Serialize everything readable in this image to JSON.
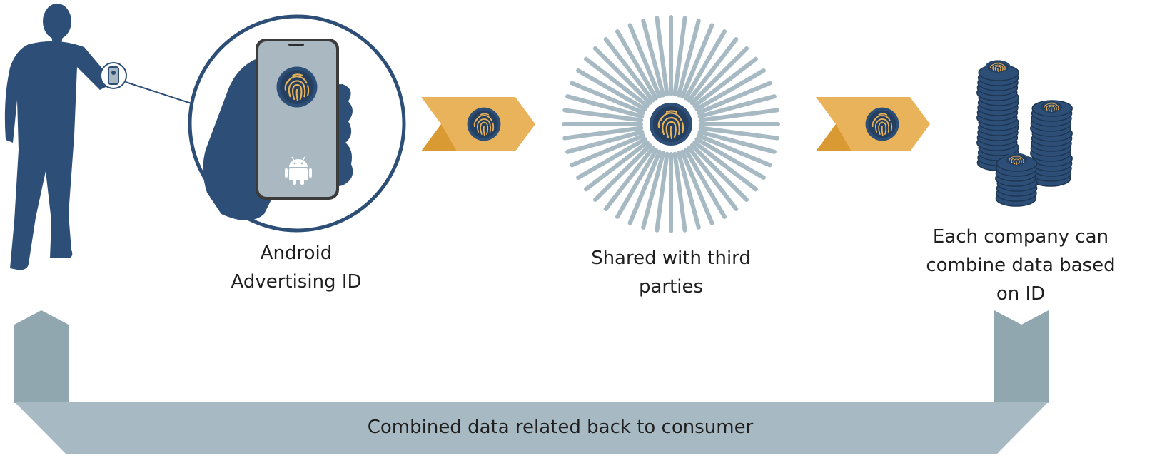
{
  "colors": {
    "navy": "#2d4f77",
    "navy_dark": "#253f60",
    "gold": "#e8b35a",
    "gold_dark": "#d99a34",
    "grey_blue": "#a7bac3",
    "grey_blue_dark": "#91a7b0",
    "phone_screen": "#a9b8c1"
  },
  "icons": {
    "person": "person-silhouette-icon",
    "phone": "smartphone-icon",
    "fingerprint": "fingerprint-icon",
    "android": "android-icon",
    "coins": "coin-stacks-icon",
    "burst": "starburst-icon",
    "arrow": "chevron-arrow-icon"
  },
  "captions": {
    "advertising_id": "Android\nAdvertising ID",
    "third_parties": "Shared with third\nparties",
    "combine": "Each company can\ncombine data based\non ID",
    "back_to_consumer": "Combined data related back to consumer"
  }
}
